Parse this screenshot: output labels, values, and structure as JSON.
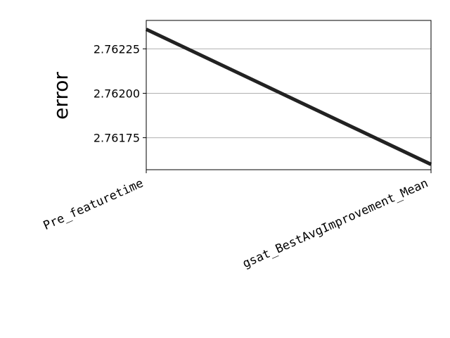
{
  "chart_data": {
    "type": "line",
    "categories": [
      "Pre_featuretime",
      "gsat_BestAvgImprovement_Mean"
    ],
    "series": [
      {
        "values": [
          2.76236,
          2.7616
        ],
        "color": "#222222"
      }
    ],
    "title": "",
    "xlabel": "",
    "ylabel": "error",
    "ylim": [
      2.76157,
      2.76241
    ],
    "yticks": [
      2.76175,
      2.762,
      2.76225
    ],
    "ytick_labels": [
      "2.76175",
      "2.76200",
      "2.76225"
    ],
    "grid": "y-major"
  }
}
